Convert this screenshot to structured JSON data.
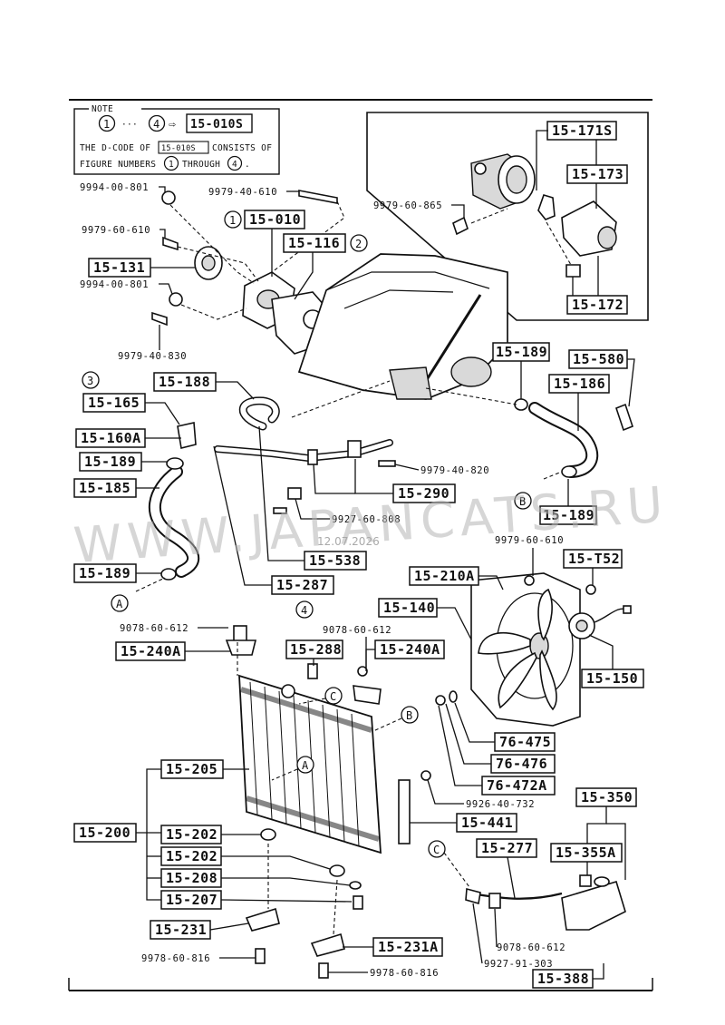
{
  "note": {
    "heading": "NOTE",
    "fig_start": "1",
    "ellipsis": "···",
    "fig_end": "4",
    "arrow": "⇨",
    "code": "15-010S",
    "line1_pre": "THE D-CODE OF",
    "line1_code": "15-010S",
    "line1_post": "CONSISTS OF",
    "line2_pre": "FIGURE NUMBERS",
    "line2_mid": "THROUGH",
    "line2_post": "."
  },
  "figures": {
    "fig1": "1",
    "fig2": "2",
    "fig3": "3",
    "fig4": "4"
  },
  "refs": {
    "A1": "A",
    "A2": "A",
    "B1": "B",
    "B2": "B",
    "C1": "C",
    "C2": "C"
  },
  "boxes": {
    "p15_171S": "15-171S",
    "p15_173": "15-173",
    "p15_172": "15-172",
    "p15_010": "15-010",
    "p15_116": "15-116",
    "p15_131": "15-131",
    "p15_188": "15-188",
    "p15_165": "15-165",
    "p15_160A": "15-160A",
    "p15_189a": "15-189",
    "p15_185": "15-185",
    "p15_189b": "15-189",
    "p15_290": "15-290",
    "p15_538": "15-538",
    "p15_287": "15-287",
    "p15_189c": "15-189",
    "p15_580": "15-580",
    "p15_186": "15-186",
    "p15_189d": "15-189",
    "p15_T52": "15-T52",
    "p15_210A": "15-210A",
    "p15_140": "15-140",
    "p15_150": "15-150",
    "p15_240A_l": "15-240A",
    "p15_288": "15-288",
    "p15_240A_r": "15-240A",
    "p76_475": "76-475",
    "p76_476": "76-476",
    "p76_472A": "76-472A",
    "p15_205": "15-205",
    "p15_200": "15-200",
    "p15_202a": "15-202",
    "p15_202b": "15-202",
    "p15_208": "15-208",
    "p15_207": "15-207",
    "p15_231": "15-231",
    "p15_231A": "15-231A",
    "p15_441": "15-441",
    "p15_350": "15-350",
    "p15_277": "15-277",
    "p15_355A": "15-355A",
    "p15_388": "15-388"
  },
  "numbers": {
    "n1": "9994-00-801",
    "n2": "9979-40-610",
    "n3": "9979-60-610",
    "n4": "9994-00-801",
    "n5": "9979-40-830",
    "n6": "9979-60-865",
    "n7": "9979-40-820",
    "n8": "9927-60-808",
    "n9": "9979-60-610",
    "n10": "9078-60-612",
    "n11": "9078-60-612",
    "n12": "9926-40-732",
    "n13": "9078-60-612",
    "n14": "9927-91-303",
    "n15": "9978-60-816",
    "n16": "9978-60-816"
  },
  "watermark": {
    "site": "WWW.JAPANCATS.RU",
    "date": "12.07.2026"
  }
}
